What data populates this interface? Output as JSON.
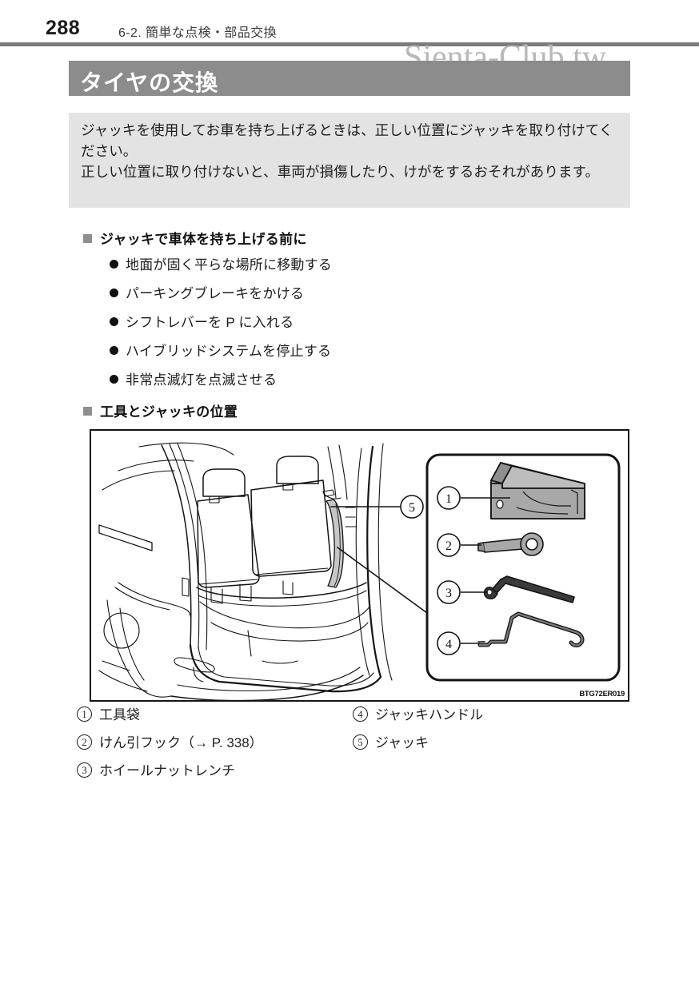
{
  "header": {
    "page_number": "288",
    "section_label": "6-2. 簡単な点検・部品交換"
  },
  "watermark": {
    "text": "Sienta-Club.tw"
  },
  "title_banner": {
    "title": "タイヤの交換",
    "bg_color": "#8c8c8c",
    "text_color": "#ffffff"
  },
  "notice": {
    "bg_color": "#e3e3e3",
    "text": "ジャッキを使用してお車を持ち上げるときは、正しい位置にジャッキを取り付けてください。\n正しい位置に取り付けないと、車両が損傷したり、けがをするおそれがあります。"
  },
  "sections": [
    {
      "heading": "ジャッキで車体を持ち上げる前に",
      "bullets": [
        "地面が固く平らな場所に移動する",
        "パーキングブレーキをかける",
        "シフトレバーを P に入れる",
        "ハイブリッドシステムを停止する",
        "非常点滅灯を点滅させる"
      ]
    },
    {
      "heading": "工具とジャッキの位置"
    }
  ],
  "illustration": {
    "code": "BTG72ER019",
    "callouts": [
      {
        "num": "1",
        "target": "tool-bag"
      },
      {
        "num": "2",
        "target": "tow-hook"
      },
      {
        "num": "3",
        "target": "wheel-nut-wrench"
      },
      {
        "num": "4",
        "target": "jack-handle"
      },
      {
        "num": "5",
        "target": "jack-location-in-cargo-area"
      }
    ]
  },
  "legend": {
    "left": [
      {
        "num": "1",
        "label": "工具袋"
      },
      {
        "num": "2",
        "label": "けん引フック（→ P. 338）"
      },
      {
        "num": "3",
        "label": "ホイールナットレンチ"
      }
    ],
    "right": [
      {
        "num": "4",
        "label": "ジャッキハンドル"
      },
      {
        "num": "5",
        "label": "ジャッキ"
      }
    ]
  }
}
